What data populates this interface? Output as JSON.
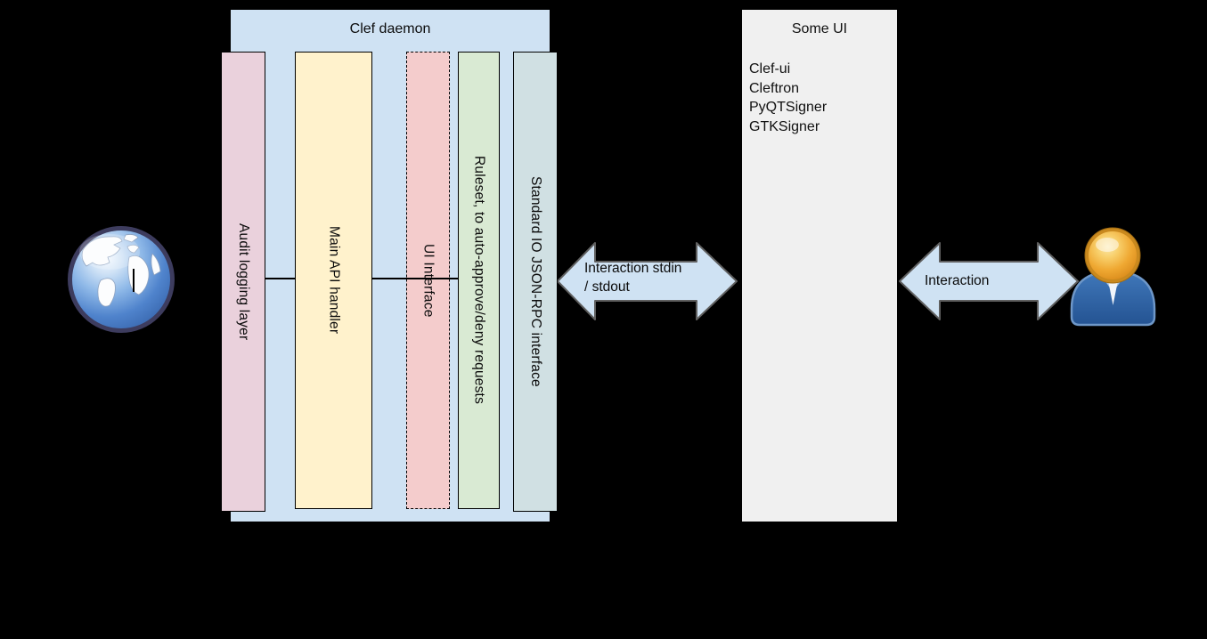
{
  "canvas": {
    "background": "#000000"
  },
  "clef_daemon": {
    "title": "Clef daemon",
    "fill": "#cfe2f3",
    "bars": [
      {
        "id": "audit",
        "label": "Audit logging layer",
        "fill": "#ead1dc",
        "dashed": false
      },
      {
        "id": "api",
        "label": "Main API handler",
        "fill": "#fff2cc",
        "dashed": false
      },
      {
        "id": "ui",
        "label": "UI Interface",
        "fill": "#f4cccc",
        "dashed": true
      },
      {
        "id": "ruleset",
        "label": "Ruleset, to auto-approve/deny requests",
        "fill": "#d9ead3",
        "dashed": false
      },
      {
        "id": "stdio",
        "label": "Standard IO JSON-RPC interface",
        "fill": "#d0e0e3",
        "dashed": false
      }
    ]
  },
  "some_ui": {
    "title": "Some UI",
    "fill": "#f0f0f0",
    "items": [
      "Clef-ui",
      "Cleftron",
      "PyQTSigner",
      "GTKSigner"
    ]
  },
  "arrows": {
    "fill": "#cfe2f3",
    "stroke": "#5f5f5f",
    "left": {
      "lines": [
        "Interaction stdin",
        "/ stdout"
      ]
    },
    "right": {
      "lines": [
        "Interaction"
      ]
    }
  },
  "icons": {
    "globe": "globe",
    "user": "person"
  }
}
